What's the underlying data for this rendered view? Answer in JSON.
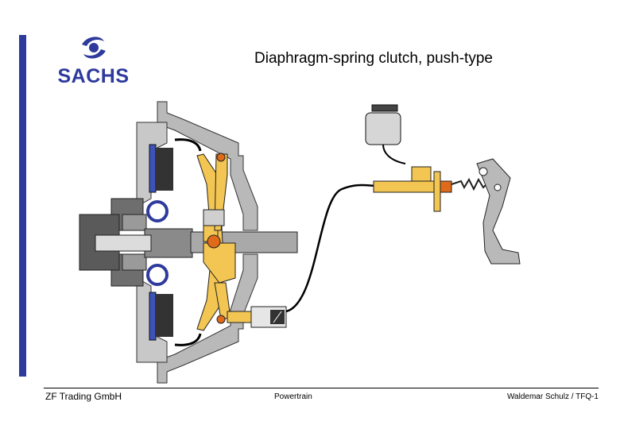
{
  "header": {
    "logo_text": "SACHS",
    "title": "Diaphragm-spring clutch, push-type"
  },
  "footer": {
    "company": "ZF Trading GmbH",
    "section": "Powertrain",
    "author_ref": "Waldemar Schulz / TFQ-1"
  },
  "colors": {
    "brand_blue": "#2e3a9c",
    "housing_gray": "#b9b9b9",
    "lever_yellow": "#f3c552",
    "friction_blue": "#3d53b8",
    "pivot_orange": "#e06a1a"
  }
}
